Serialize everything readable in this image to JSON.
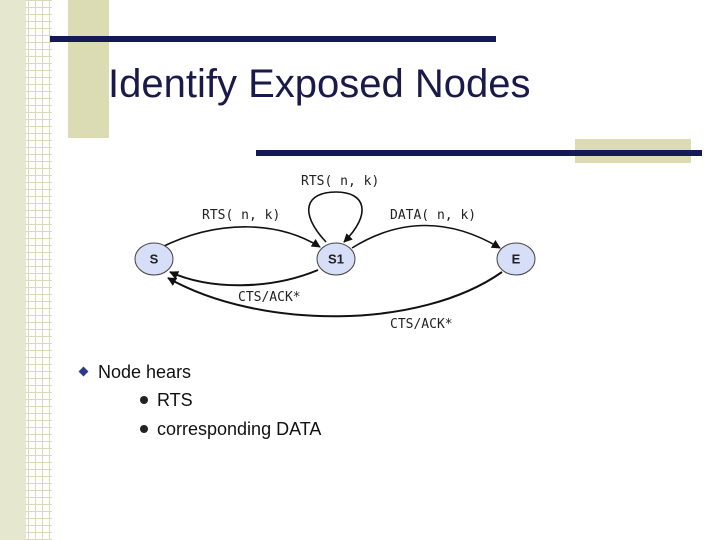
{
  "title": "Identify Exposed Nodes",
  "nodes": {
    "s": "S",
    "s1": "S1",
    "e": "E"
  },
  "edges": {
    "self_loop": "RTS( n, k)",
    "s_to_s1": "RTS( n, k)",
    "s1_to_e": "DATA( n, k)",
    "s1_to_s": "CTS/ACK*",
    "e_to_s": "CTS/ACK*"
  },
  "bullets": {
    "main": "Node hears",
    "sub": [
      "RTS",
      "corresponding DATA"
    ]
  }
}
